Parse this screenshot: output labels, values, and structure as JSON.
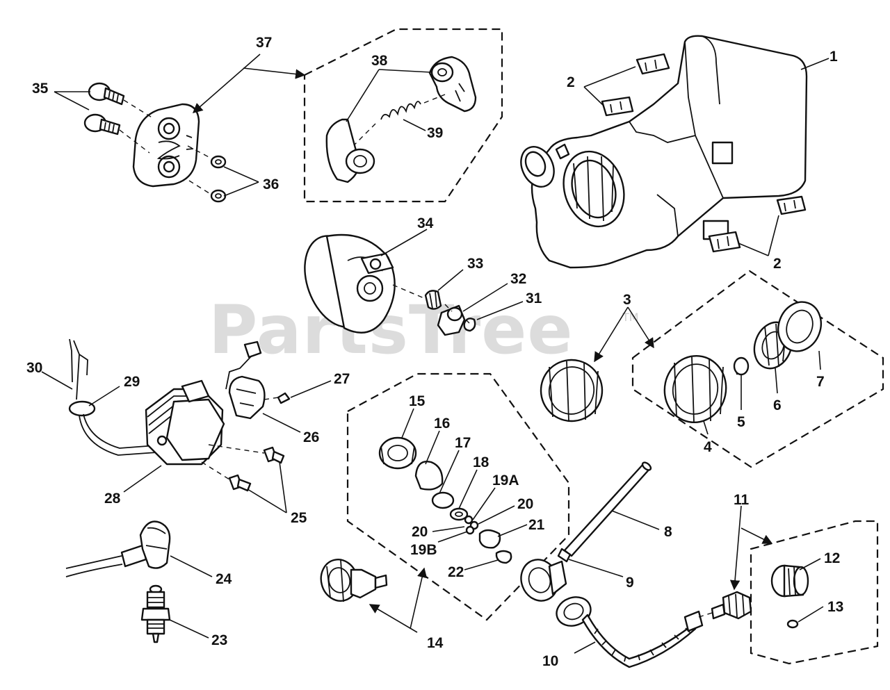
{
  "watermark": {
    "text": "PartsTree",
    "trademark": "TM"
  },
  "callouts": [
    "1",
    "2",
    "2",
    "3",
    "4",
    "5",
    "6",
    "7",
    "8",
    "9",
    "10",
    "11",
    "12",
    "13",
    "14",
    "15",
    "16",
    "17",
    "18",
    "19A",
    "19B",
    "20",
    "20",
    "21",
    "22",
    "23",
    "24",
    "25",
    "26",
    "27",
    "28",
    "29",
    "30",
    "31",
    "32",
    "33",
    "34",
    "35",
    "36",
    "37",
    "38",
    "39"
  ]
}
